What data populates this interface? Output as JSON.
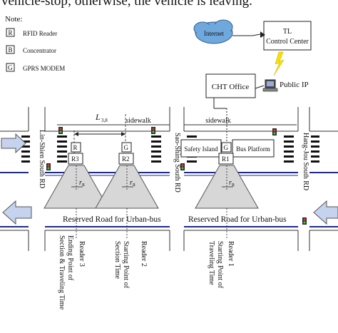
{
  "caption_fragment": "vehicle-stop; otherwise, the vehicle is leaving.",
  "legend": {
    "title": "Note:",
    "items": [
      {
        "symbol": "R",
        "label": "RFID Reader"
      },
      {
        "symbol": "B",
        "label": "Concentrator"
      },
      {
        "symbol": "G",
        "label": "GPRS MODEM"
      }
    ]
  },
  "network": {
    "internet": "Internet",
    "control_center": [
      "TL",
      "Control Center"
    ],
    "public_ip": "Public IP",
    "cht_office": "CHT Office"
  },
  "road": {
    "sidewalk_left": "sidewalk",
    "sidewalk_right": "sidewalk",
    "safety_island": "Safety Island",
    "bus_platform": "Bus Platform",
    "reserved_left": "Reserved Road for Urban-bus",
    "reserved_right": "Reserved Road for Urban-bus",
    "distance_label": "L",
    "distance_sub": "3,8",
    "coverage_label": "r",
    "coverage_sub": "R"
  },
  "streets": {
    "left": "Lin-Shien South RD",
    "middle": "Sao-Shing South RD",
    "right": "Hang-Jou South RD"
  },
  "readers": {
    "reader3": "Reader 3",
    "reader2": "Reader 2",
    "reader1": "Reader 1"
  },
  "device_labels": {
    "G": "G",
    "R": "R",
    "R3": "R3",
    "R2": "R2",
    "R1": "R1"
  },
  "annotations": {
    "ending_point": [
      "Ending Point of",
      "Section & Traveling Time"
    ],
    "starting_section": [
      "Starting Point of",
      "Section Time"
    ],
    "starting_travel": [
      "Starting Point of",
      "Traveling Time"
    ]
  }
}
